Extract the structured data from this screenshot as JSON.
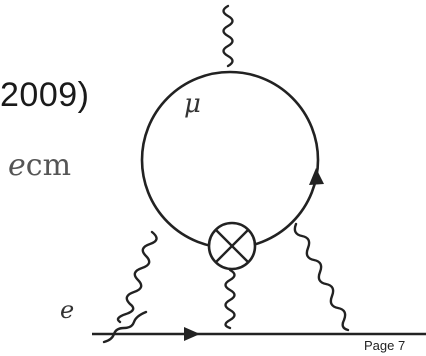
{
  "text": {
    "year_fragment": "2009)",
    "unit_fragment": "ecm",
    "unit_italic_part": "e",
    "unit_roman_part": "cm",
    "page_label": "Page 7"
  },
  "diagram": {
    "type": "feynman-diagram",
    "loop_particle_label": "μ",
    "external_particle_label": "e",
    "vertex_symbol": "⊗",
    "colors": {
      "lines": "#222222",
      "background": "#ffffff"
    }
  }
}
